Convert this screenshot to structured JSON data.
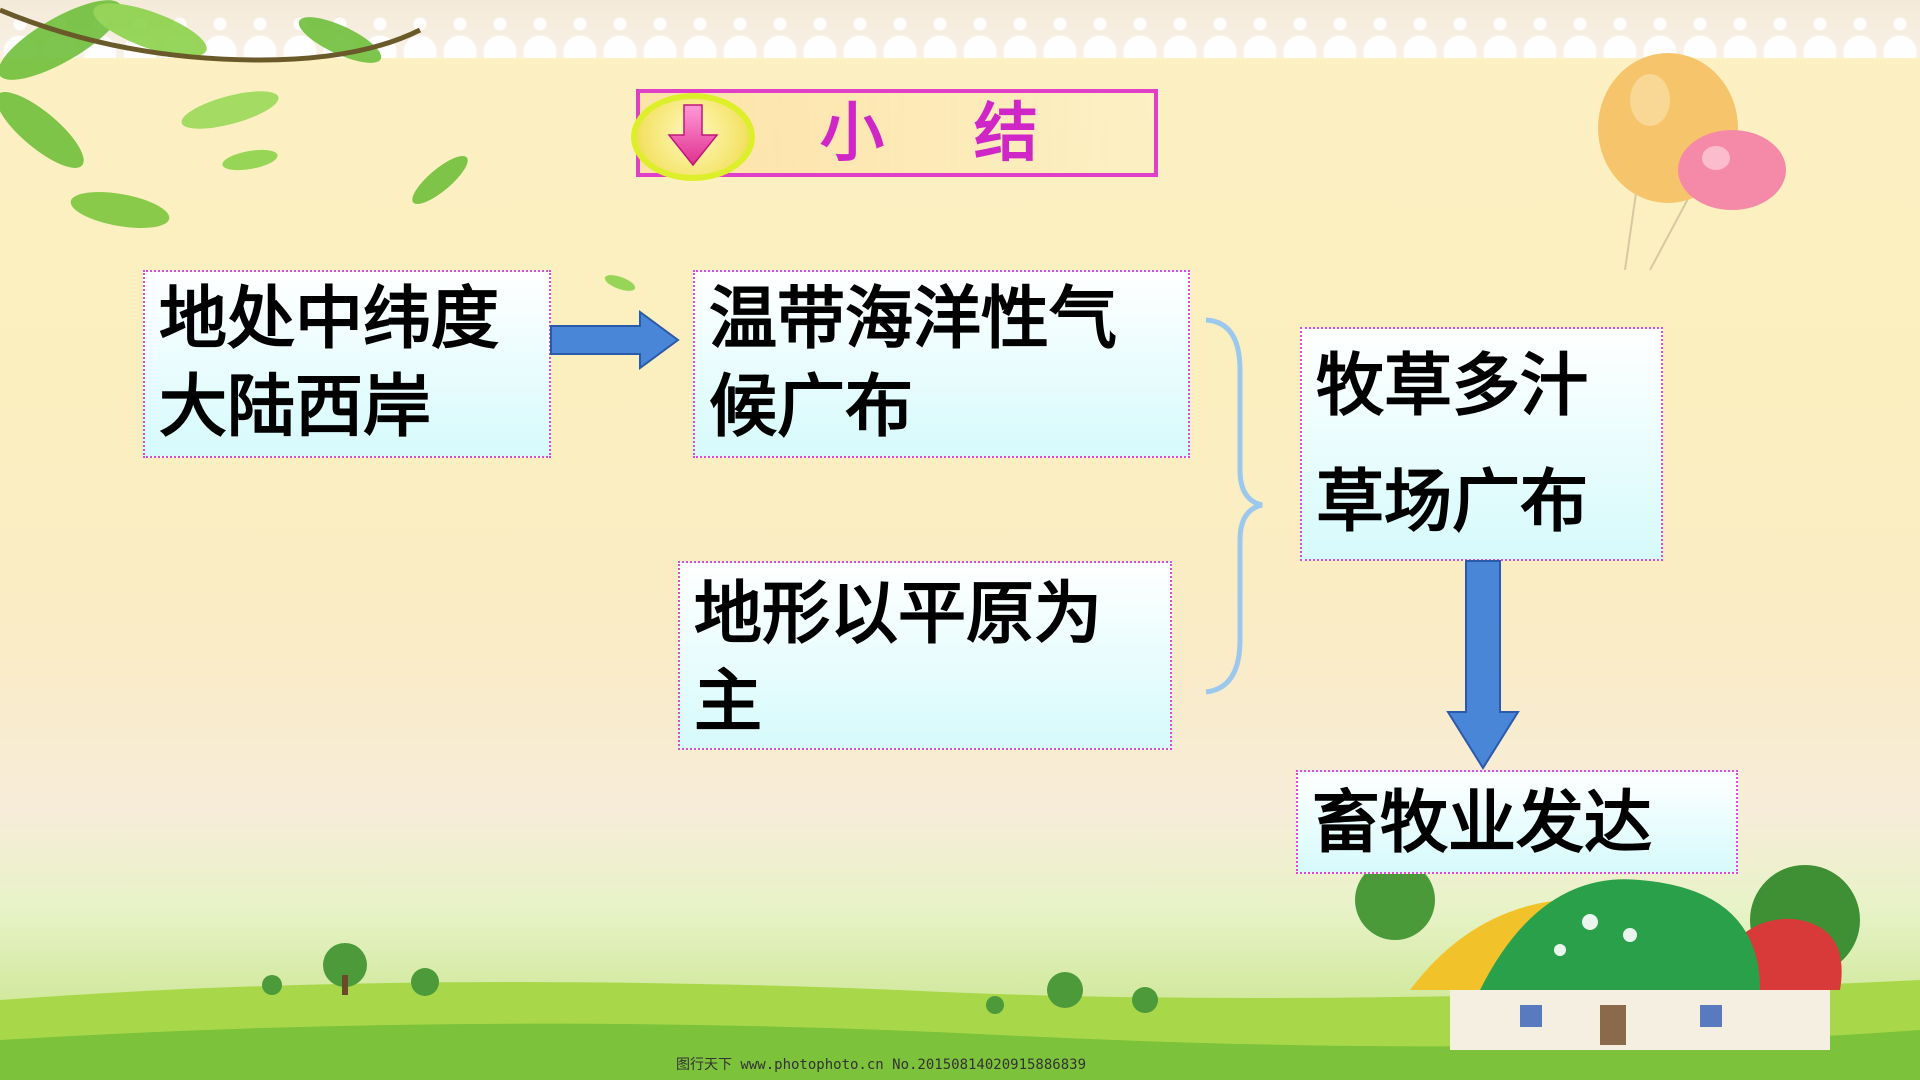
{
  "title": {
    "text": "小结",
    "icon": "pink-down-arrow-icon"
  },
  "boxes": {
    "latitude": {
      "lines": [
        "地处中纬度",
        "大陆西岸"
      ]
    },
    "climate": {
      "lines": [
        "温带海洋性气",
        "候广布"
      ]
    },
    "terrain": {
      "lines": [
        "地形以平原为",
        "主"
      ]
    },
    "grass": {
      "lines": [
        "牧草多汁",
        "草场广布"
      ]
    },
    "result": {
      "lines": [
        "畜牧业发达"
      ]
    }
  },
  "watermark": "图行天下 www.photophoto.cn No.20150814020915886839",
  "colors": {
    "title_text": "#d026c8",
    "title_border": "#e040c8",
    "box_border": "#e048d8",
    "box_fill_top": "#ffffff",
    "box_fill_bottom": "#d6fafc",
    "arrow_fill": "#4a86d8",
    "bracket": "#9cc8ee"
  }
}
